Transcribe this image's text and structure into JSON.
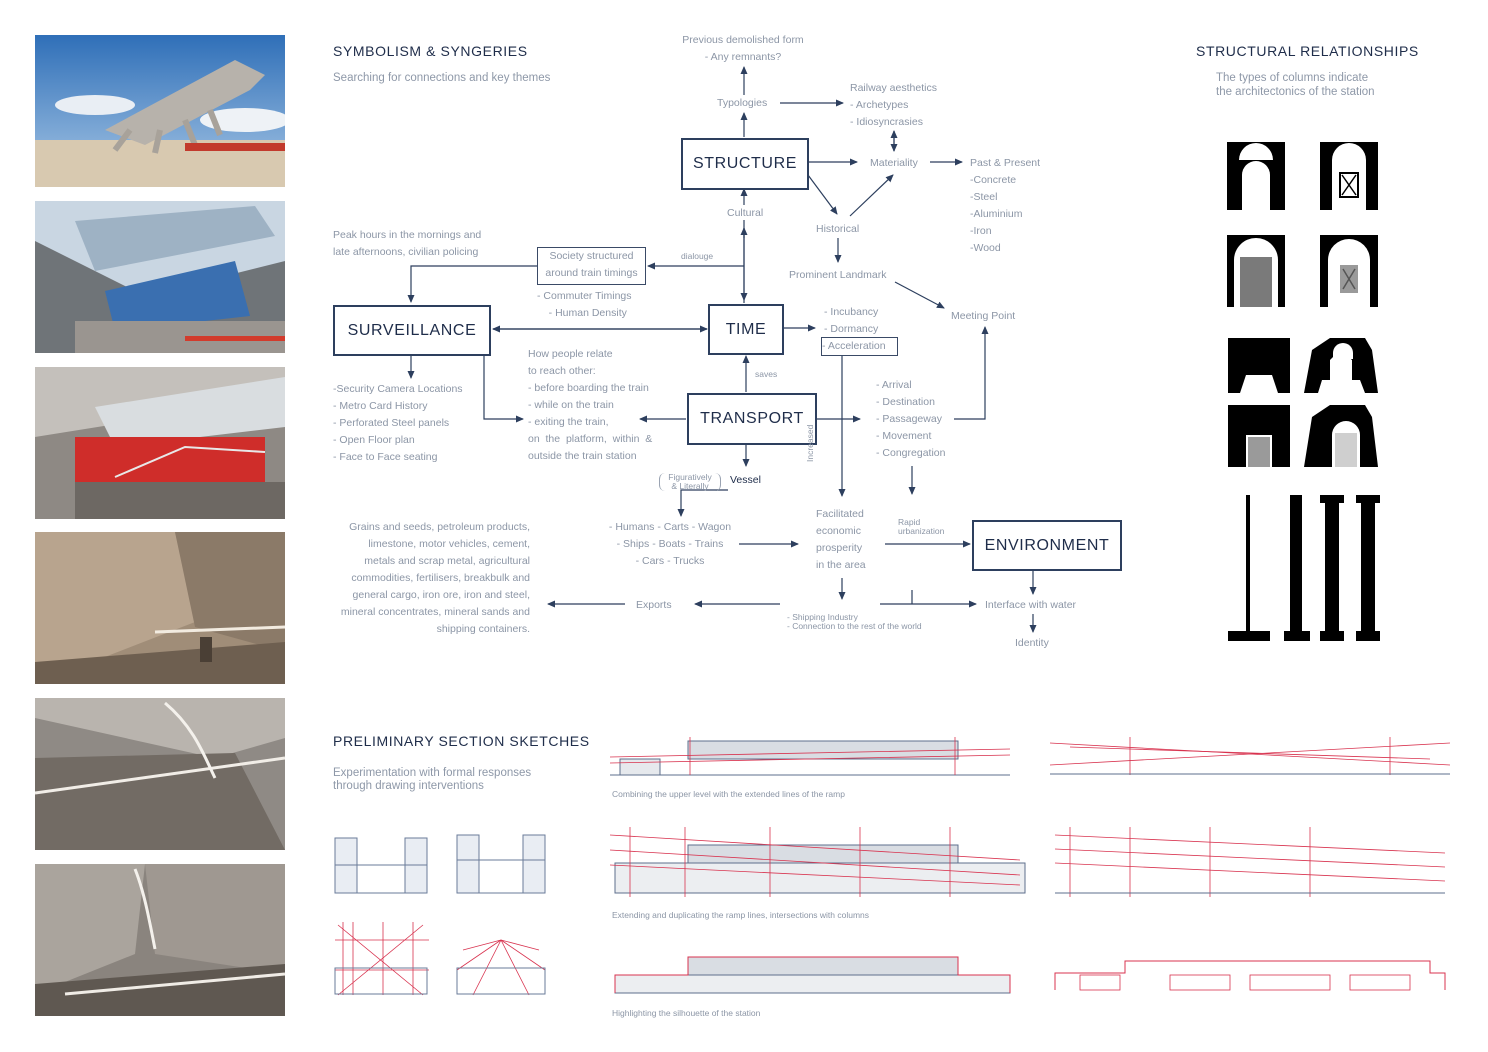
{
  "sections": {
    "symbolism": {
      "title": "SYMBOLISM & SYNGERIES",
      "subtitle": "Searching for connections and key themes"
    },
    "structural": {
      "title": "STRUCTURAL RELATIONSHIPS",
      "subtitle": "The types of columns indicate\nthe architectonics of the station"
    },
    "sketches": {
      "title": "PRELIMINARY SECTION SKETCHES",
      "subtitle": "Experimentation with formal responses\nthrough drawing interventions"
    }
  },
  "nodes": {
    "structure": "STRUCTURE",
    "time": "TIME",
    "surveillance": "SURVEILLANCE",
    "transport": "TRANSPORT",
    "environment": "ENVIRONMENT"
  },
  "labels": {
    "previous_form": "Previous demolished form\n- Any remnants?",
    "typologies": "Typologies",
    "railway": "Railway aesthetics\n- Archetypes\n- Idiosyncrasies",
    "materiality": "Materiality",
    "past_present": "Past & Present\n-Concrete\n-Steel\n-Aluminium\n-Iron\n-Wood",
    "cultural": "Cultural",
    "historical": "Historical",
    "prominent_landmark": "Prominent Landmark",
    "meeting_point": "Meeting Point",
    "peak_hours": "Peak hours in the mornings and\nlate afternoons, civilian policing",
    "society_structured": "Society structured\naround train timings",
    "dialouge": "dialouge",
    "commuter": "- Commuter Timings\n    - Human Density",
    "incubancy": "- Incubancy\n- Dormancy",
    "acceleration": "- Acceleration",
    "security_list": "-Security Camera Locations\n- Metro Card History\n- Perforated Steel panels\n- Open Floor plan\n- Face to Face seating",
    "how_people": "How people relate\nto reach other:\n- before boarding the train\n- while on the train\n- exiting the train,\non  the  platform,  within  &\noutside the train station",
    "saves": "saves",
    "arrival_list": "- Arrival\n- Destination\n- Passageway\n- Movement\n- Congregation",
    "increased": "Increased",
    "figuratively": "Figuratively\n& Literally",
    "vessel": "Vessel",
    "humans": "- Humans - Carts - Wagon\n- Ships - Boats - Trains\n- Cars - Trucks",
    "facilitated": "Facilitated\neconomic\nprosperity\nin the area",
    "rapid": "Rapid\nurbanization",
    "grains": "Grains and seeds, petroleum products,\nlimestone, motor vehicles, cement,\nmetals and scrap metal, agricultural\ncommodities, fertilisers, breakbulk and\ngeneral cargo, iron ore, iron and steel,\nmineral concentrates, mineral sands and\nshipping containers.",
    "exports": "Exports",
    "shipping": "- Shipping Industry\n- Connection to the rest of the world",
    "interface": "Interface with water",
    "identity": "Identity"
  },
  "captions": {
    "combining": "Combining the upper level with the extended lines of the ramp",
    "extending": "Extending and duplicating the ramp lines, intersections with columns",
    "highlighting": "Highlighting the silhouette of the station"
  },
  "images": [
    {
      "name": "exterior-render"
    },
    {
      "name": "platform-render"
    },
    {
      "name": "train-interior-render"
    },
    {
      "name": "underground-seating-render"
    },
    {
      "name": "tunnel-render"
    },
    {
      "name": "tunnel-steps-render"
    }
  ],
  "colors": {
    "navy": "#2d3f5e",
    "text_grey": "#8c96a6",
    "sketch_red": "#d8334f"
  }
}
